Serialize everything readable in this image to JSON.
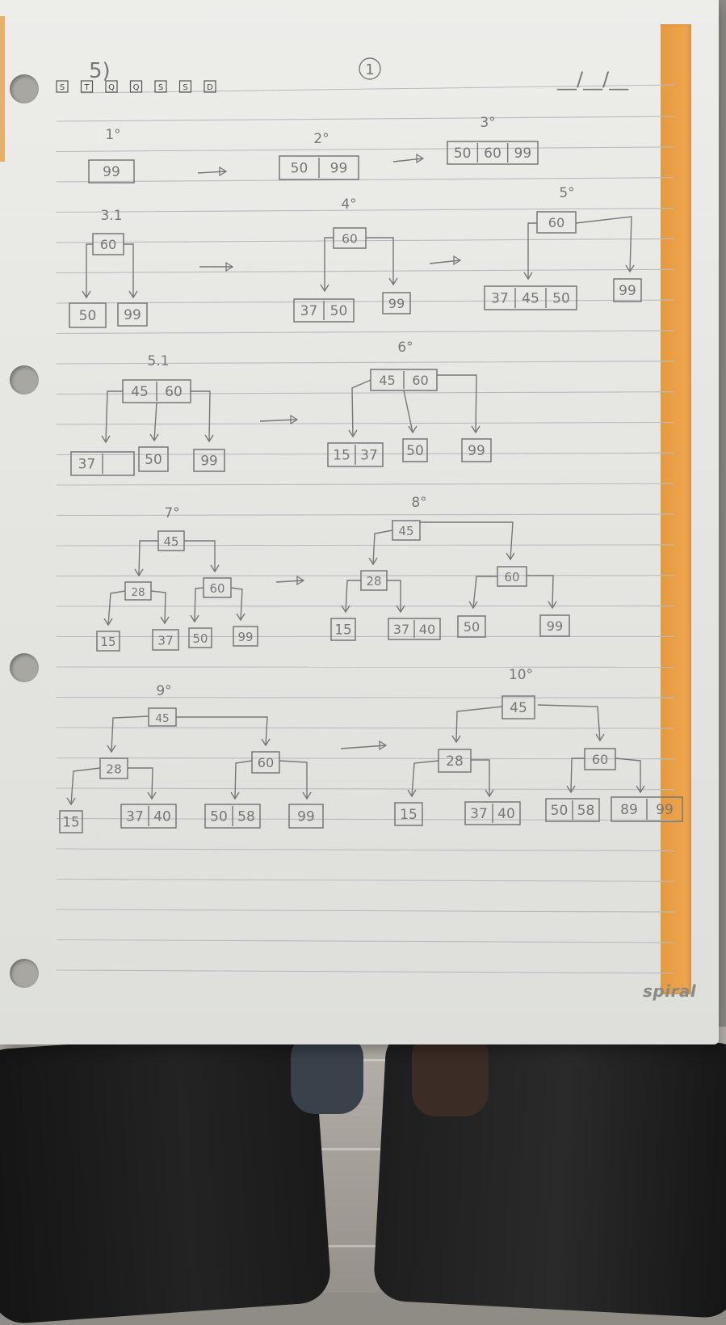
{
  "header": {
    "exercise": "5)",
    "page_number": "1",
    "date_blank": "__/__/__",
    "weekday_boxes": [
      "S",
      "T",
      "Q",
      "Q",
      "S",
      "S",
      "D"
    ]
  },
  "steps": [
    {
      "label": "1°"
    },
    {
      "label": "2°"
    },
    {
      "label": "3°"
    },
    {
      "label": "3.1"
    },
    {
      "label": "4°"
    },
    {
      "label": "5°"
    },
    {
      "label": "5.1"
    },
    {
      "label": "6°"
    },
    {
      "label": "7°"
    },
    {
      "label": "8°"
    },
    {
      "label": "9°"
    },
    {
      "label": "10°"
    }
  ],
  "nodes": [
    [
      "99"
    ],
    [
      "50",
      "99"
    ],
    [
      "50",
      "60",
      "99"
    ],
    [
      "60"
    ],
    [
      "50"
    ],
    [
      "99"
    ],
    [
      "60"
    ],
    [
      "37",
      "50"
    ],
    [
      "99"
    ],
    [
      "60"
    ],
    [
      "37",
      "45",
      "50"
    ],
    [
      "99"
    ],
    [
      "45",
      "60"
    ],
    [
      "37",
      ""
    ],
    [
      "50"
    ],
    [
      "99"
    ],
    [
      "45",
      "60"
    ],
    [
      "15",
      "37"
    ],
    [
      "50"
    ],
    [
      "99"
    ],
    [
      "45"
    ],
    [
      "28"
    ],
    [
      "60"
    ],
    [
      "15"
    ],
    [
      "37"
    ],
    [
      "50"
    ],
    [
      "99"
    ],
    [
      "45"
    ],
    [
      "28"
    ],
    [
      "60"
    ],
    [
      "15"
    ],
    [
      "37",
      "40"
    ],
    [
      "50"
    ],
    [
      "99"
    ],
    [
      "45"
    ],
    [
      "28"
    ],
    [
      "60"
    ],
    [
      "15"
    ],
    [
      "37",
      "40"
    ],
    [
      "50",
      "58"
    ],
    [
      "99"
    ],
    [
      "45"
    ],
    [
      "28"
    ],
    [
      "60"
    ],
    [
      "15"
    ],
    [
      "37",
      "40"
    ],
    [
      "50",
      "58"
    ],
    [
      "89",
      "99"
    ]
  ],
  "brand": "spiral",
  "colors": {
    "ink": "#77777a",
    "paper": "#e8e8e5",
    "margin": "#eda24a",
    "rule": "#b9bbc0"
  }
}
